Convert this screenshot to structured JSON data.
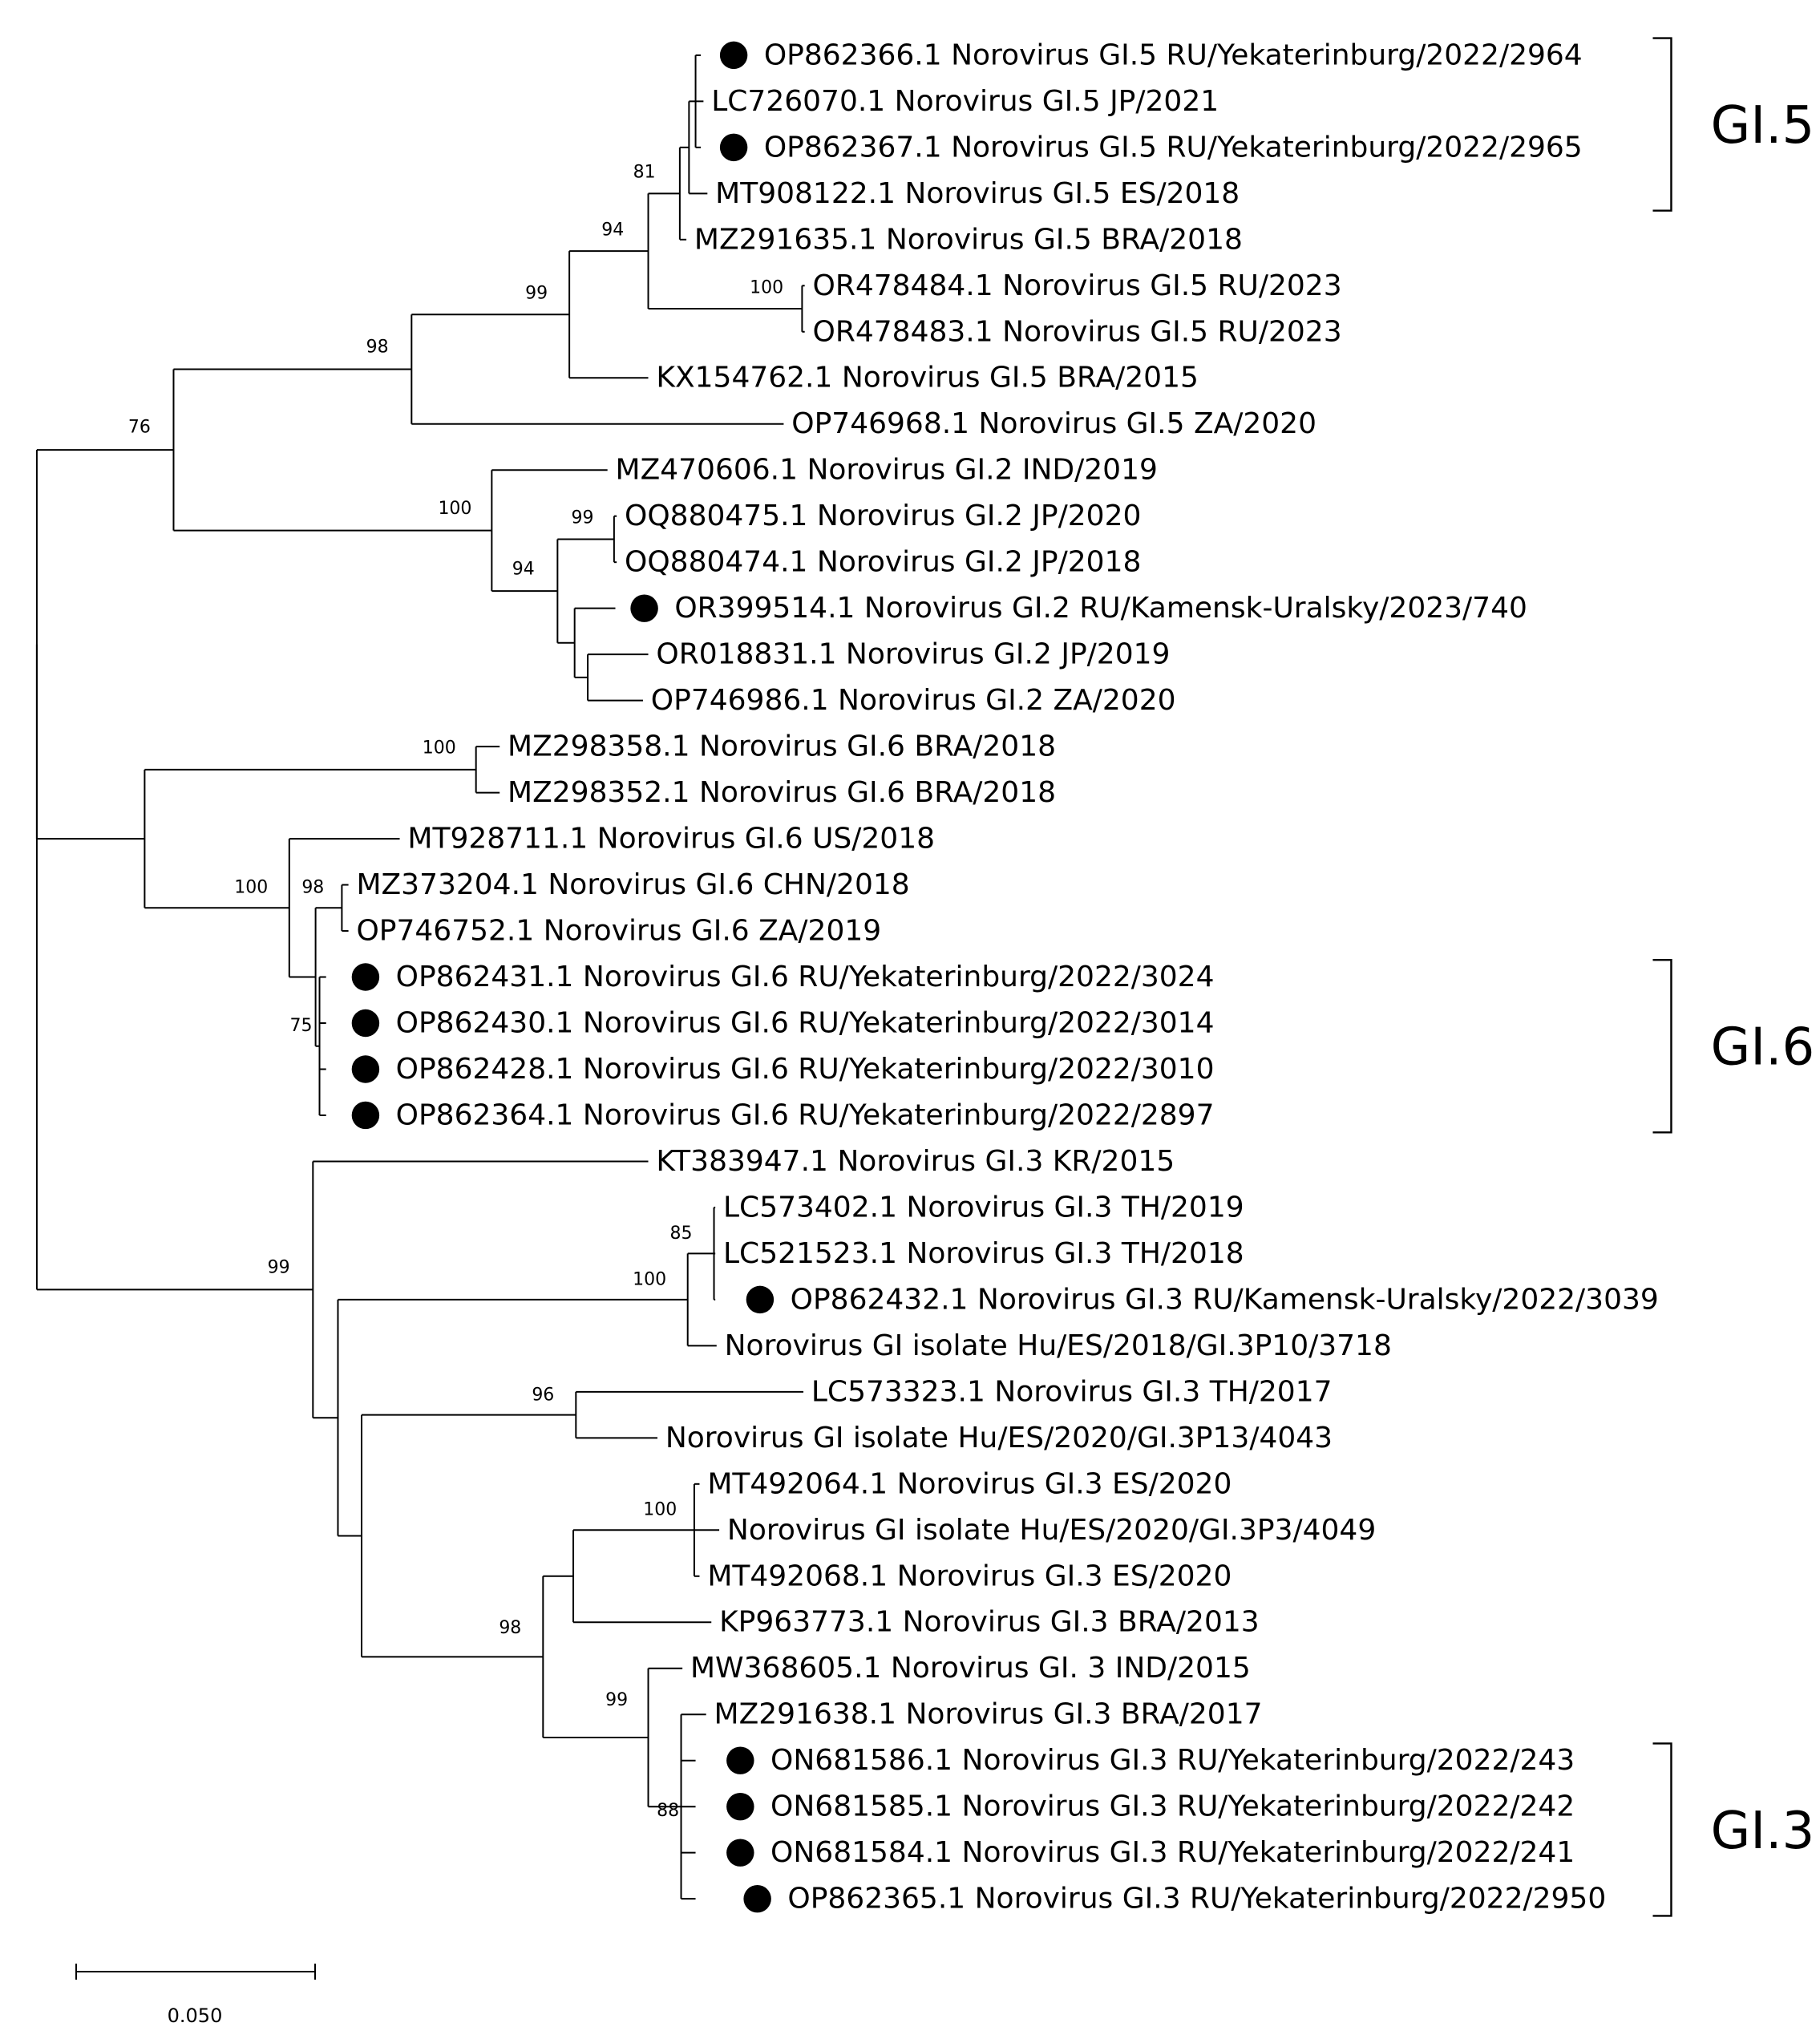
{
  "tips": [
    {
      "label": "OP862366.1 Norovirus GI.5 RU/Yekaterinburg/2022/2964",
      "marked": true
    },
    {
      "label": "LC726070.1 Norovirus GI.5 JP/2021",
      "marked": false
    },
    {
      "label": "OP862367.1 Norovirus GI.5 RU/Yekaterinburg/2022/2965",
      "marked": true
    },
    {
      "label": "MT908122.1 Norovirus GI.5 ES/2018",
      "marked": false
    },
    {
      "label": "MZ291635.1 Norovirus GI.5 BRA/2018",
      "marked": false
    },
    {
      "label": "OR478484.1 Norovirus GI.5 RU/2023",
      "marked": false
    },
    {
      "label": "OR478483.1 Norovirus GI.5 RU/2023",
      "marked": false
    },
    {
      "label": "KX154762.1 Norovirus GI.5 BRA/2015",
      "marked": false
    },
    {
      "label": "OP746968.1 Norovirus GI.5 ZA/2020",
      "marked": false
    },
    {
      "label": "MZ470606.1 Norovirus GI.2 IND/2019",
      "marked": false
    },
    {
      "label": "OQ880475.1 Norovirus GI.2 JP/2020",
      "marked": false
    },
    {
      "label": "OQ880474.1 Norovirus GI.2 JP/2018",
      "marked": false
    },
    {
      "label": "OR399514.1 Norovirus GI.2 RU/Kamensk-Uralsky/2023/740",
      "marked": true
    },
    {
      "label": "OR018831.1 Norovirus GI.2 JP/2019",
      "marked": false
    },
    {
      "label": "OP746986.1 Norovirus GI.2 ZA/2020",
      "marked": false
    },
    {
      "label": "MZ298358.1 Norovirus GI.6 BRA/2018",
      "marked": false
    },
    {
      "label": "MZ298352.1 Norovirus GI.6 BRA/2018",
      "marked": false
    },
    {
      "label": "MT928711.1 Norovirus GI.6 US/2018",
      "marked": false
    },
    {
      "label": "MZ373204.1 Norovirus GI.6 CHN/2018",
      "marked": false
    },
    {
      "label": "OP746752.1 Norovirus GI.6 ZA/2019",
      "marked": false
    },
    {
      "label": "OP862431.1 Norovirus GI.6 RU/Yekaterinburg/2022/3024",
      "marked": true
    },
    {
      "label": "OP862430.1 Norovirus GI.6 RU/Yekaterinburg/2022/3014",
      "marked": true
    },
    {
      "label": "OP862428.1 Norovirus GI.6 RU/Yekaterinburg/2022/3010",
      "marked": true
    },
    {
      "label": "OP862364.1 Norovirus GI.6 RU/Yekaterinburg/2022/2897",
      "marked": true
    },
    {
      "label": "KT383947.1 Norovirus GI.3 KR/2015",
      "marked": false
    },
    {
      "label": "LC573402.1 Norovirus GI.3 TH/2019",
      "marked": false
    },
    {
      "label": "LC521523.1 Norovirus GI.3 TH/2018",
      "marked": false
    },
    {
      "label": "OP862432.1 Norovirus GI.3 RU/Kamensk-Uralsky/2022/3039",
      "marked": true
    },
    {
      "label": "Norovirus GI isolate Hu/ES/2018/GI.3P10/3718",
      "marked": false
    },
    {
      "label": "LC573323.1 Norovirus GI.3 TH/2017",
      "marked": false
    },
    {
      "label": "Norovirus GI isolate Hu/ES/2020/GI.3P13/4043",
      "marked": false
    },
    {
      "label": "MT492064.1 Norovirus GI.3 ES/2020",
      "marked": false
    },
    {
      "label": "Norovirus GI isolate Hu/ES/2020/GI.3P3/4049",
      "marked": false
    },
    {
      "label": "MT492068.1 Norovirus GI.3 ES/2020",
      "marked": false
    },
    {
      "label": "KP963773.1 Norovirus GI.3 BRA/2013",
      "marked": false
    },
    {
      "label": "MW368605.1 Norovirus GI. 3 IND/2015",
      "marked": false
    },
    {
      "label": "MZ291638.1 Norovirus GI.3 BRA/2017",
      "marked": false
    },
    {
      "label": "ON681586.1 Norovirus GI.3 RU/Yekaterinburg/2022/243",
      "marked": true
    },
    {
      "label": "ON681585.1 Norovirus GI.3 RU/Yekaterinburg/2022/242",
      "marked": true
    },
    {
      "label": "ON681584.1 Norovirus GI.3 RU/Yekaterinburg/2022/241",
      "marked": true
    },
    {
      "label": "OP862365.1 Norovirus GI.3 RU/Yekaterinburg/2022/2950",
      "marked": true
    }
  ],
  "bootstrap": {
    "n81": "81",
    "n94a": "94",
    "n100a": "100",
    "n99a": "99",
    "n98a": "98",
    "n76": "76",
    "n100b": "100",
    "n99b": "99",
    "n94b": "94",
    "n100c": "100",
    "n100d": "100",
    "n98b": "98",
    "n75": "75",
    "n99c": "99",
    "n85": "85",
    "n100e": "100",
    "n96": "96",
    "n100f": "100",
    "n98c": "98",
    "n99d": "99",
    "n88": "88"
  },
  "clades": [
    {
      "label": "GI.5",
      "from_tip": 0,
      "to_tip": 3
    },
    {
      "label": "GI.6",
      "from_tip": 20,
      "to_tip": 23
    },
    {
      "label": "GI.3",
      "from_tip": 37,
      "to_tip": 40
    }
  ],
  "scale_bar": {
    "label": "0.050",
    "length": 0.05
  }
}
